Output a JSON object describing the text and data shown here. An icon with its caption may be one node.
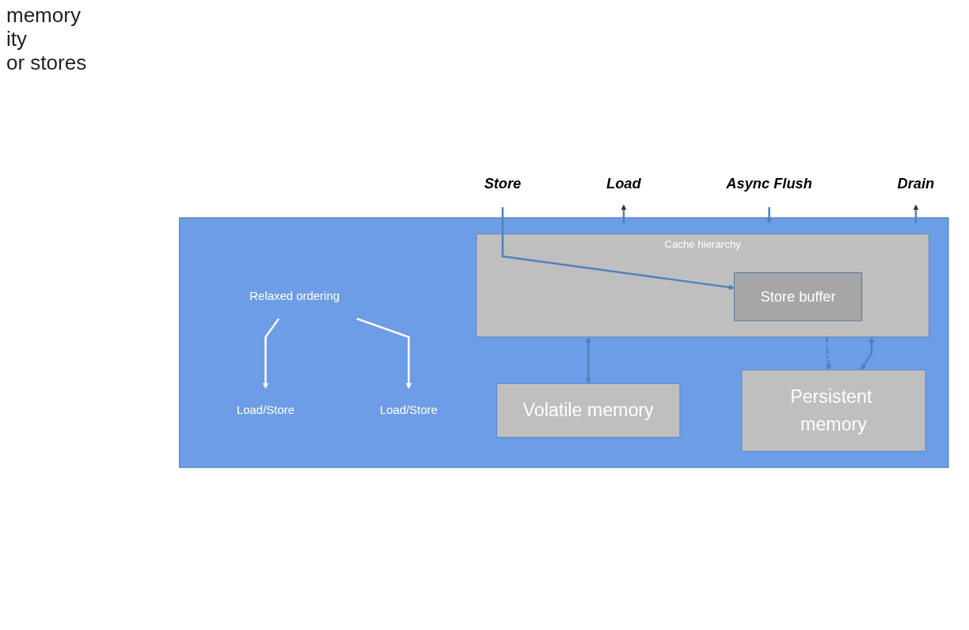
{
  "diagram": {
    "nodes": [
      {
        "text": [
          "Load"
        ]
      },
      {
        "text": [
          "Store"
        ]
      },
      {
        "text": [
          "Async Flush"
        ]
      },
      {
        "text": [
          "Drain"
        ]
      },
      {
        "text": [],
        "shape": "box"
      },
      {
        "text": [
          "Cache hierarchy"
        ],
        "in": 4
      },
      {
        "text": [
          "Store buffer"
        ],
        "in": 5
      },
      {
        "text": [
          "Load/Store"
        ],
        "in": 4
      },
      {
        "text": [
          "Load/Store"
        ],
        "in": 4
      },
      {
        "text": [
          "Relaxed ordering"
        ],
        "in": 4
      },
      {
        "text": [
          "Volatile memory"
        ],
        "in": 4
      },
      {
        "text": [
          "Persistent memory"
        ],
        "in": 4
      }
    ],
    "edges": [
      {
        "from": 5,
        "to": 0,
        "arrow": "to"
      },
      {
        "from": 1,
        "to": 6,
        "arrow": "to"
      },
      {
        "from": 2,
        "to": 5,
        "arrow": "to"
      },
      {
        "from": 5,
        "to": 11,
        "arrow": "to",
        "style": "dashed"
      },
      {
        "from": 5,
        "to": 3,
        "arrow": "to"
      },
      {
        "from": 5,
        "to": 10,
        "arrow": "both"
      },
      {
        "from": 5,
        "to": 11,
        "arrow": "both"
      },
      {
        "from": 9,
        "to": 7,
        "arrow": "to",
        "color": "#ffffff"
      },
      {
        "from": 9,
        "to": 8,
        "arrow": "to",
        "color": "#ffffff"
      }
    ],
    "labels": [
      "memory",
      "ity",
      "or stores"
    ]
  }
}
